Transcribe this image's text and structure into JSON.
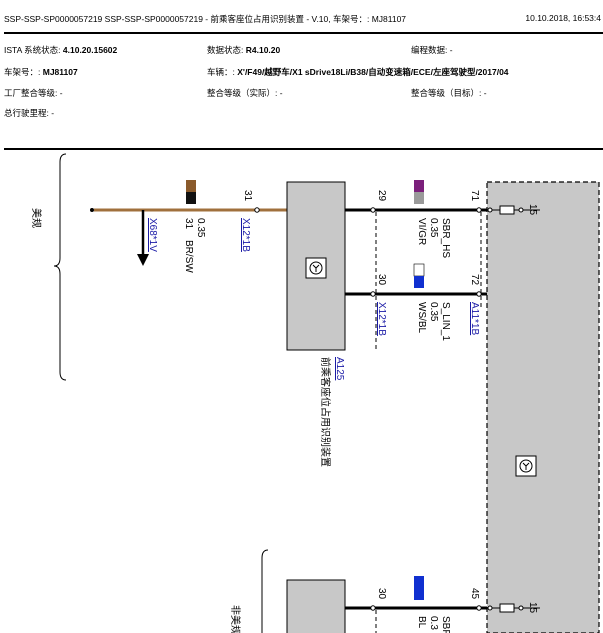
{
  "header": {
    "title": "SSP-SSP-SP0000057219 SSP-SSP-SP0000057219 - 前乘客座位占用识别装置 - V.10, 车架号：: MJ81107",
    "date": "10.10.2018, 16:53:4"
  },
  "info": {
    "ista_label": "ISTA 系统状态:",
    "ista_value": "4.10.20.15602",
    "data_status_label": "数据状态:",
    "data_status_value": "R4.10.20",
    "programming_label": "编程数据: -",
    "vin_label": "车架号：:",
    "vin_value": "MJ81107",
    "vehicle_label": "车辆：:",
    "vehicle_value": "X'/F49/越野车/X1 sDrive18Li/B38/自动变速箱/ECE/左座驾驶型/2017/04",
    "factory_label": "工厂整合等级: -",
    "integration_actual_label": "整合等级（实际）: -",
    "integration_target_label": "整合等级（目标）: -",
    "mileage_label": "总行驶里程: -"
  },
  "diagram": {
    "bracket_top_label": "美规",
    "bracket_bottom_label": "非美规",
    "left_wire": {
      "pin": "31",
      "wire_id": "31",
      "gauge": "0.35",
      "color": "BR/SW",
      "connector": "X12*1B",
      "ground_ref": "X68*1V",
      "swatch_top": "#8a5a2b",
      "swatch_bottom": "#111111"
    },
    "component": {
      "id": "A125",
      "name": "前乘客座位占用识别装置"
    },
    "wire_top": {
      "pin_left": "29",
      "pin_right": "71",
      "signal": "SBR_HS",
      "gauge": "0.35",
      "color": "VI/GR",
      "swatch_top": "#7b1f7b",
      "swatch_bottom": "#9a9a9a",
      "fuse": "15"
    },
    "wire_mid": {
      "pin_left": "30",
      "pin_right": "72",
      "signal": "S_LIN_1",
      "gauge": "0.35",
      "color": "WS/BL",
      "connector_left": "X12*1B",
      "connector_right": "A11*1B",
      "swatch_top": "#ffffff",
      "swatch_bottom": "#1030d0"
    },
    "wire_bottom": {
      "pin_left": "30",
      "pin_right": "45",
      "signal": "SBF",
      "color": "BL",
      "gauge": "0.3",
      "swatch_top": "#1030d0",
      "fuse": "15"
    }
  }
}
